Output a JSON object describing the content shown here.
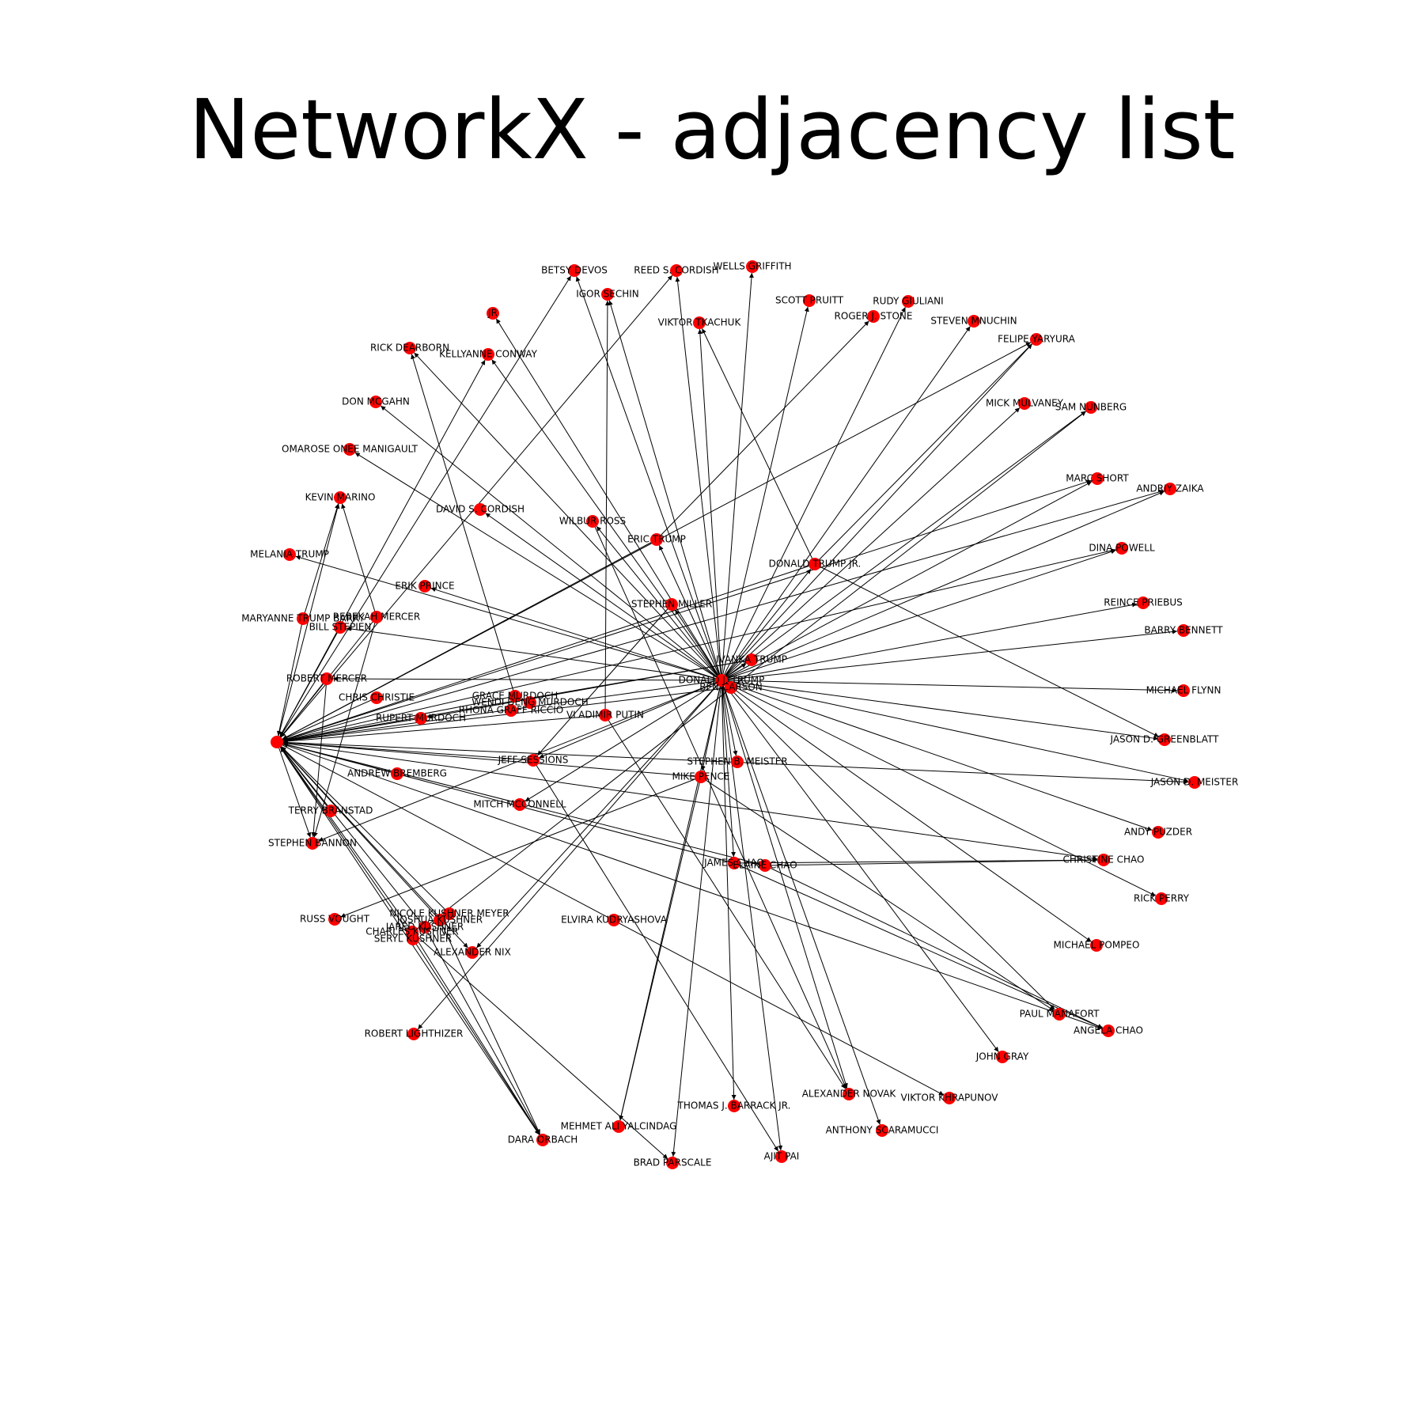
{
  "title": "NetworkX - adjacency list",
  "colors": {
    "node": "#ff0000",
    "edge": "#000000",
    "label": "#000000"
  },
  "chart_data": {
    "type": "network",
    "directed": true,
    "center_node": "DONALD J. TRUMP",
    "nodes": [
      "BETSY DEVOS",
      "REED S. CORDISH",
      "WELLS GRIFFITH",
      "IGOR SECHIN",
      "JR",
      "SCOTT PRUITT",
      "RUDY GIULIANI",
      "ROGER J. STONE",
      "VIKTOR TKACHUK",
      "STEVEN MNUCHIN",
      "RICK DEARBORN",
      "KELLYANNE CONWAY",
      "FELIPE YARYURA",
      "DON MCGAHN",
      "MICK MULVANEY",
      "SAM NUNBERG",
      "OMAROSE ONEE MANIGAULT",
      "MARC SHORT",
      "ANDRIY ZAIKA",
      "KEVIN MARINO",
      "DAVID S. CORDISH",
      "WILBUR ROSS",
      "DINA POWELL",
      "ERIC TRUMP",
      "MELANIA TRUMP",
      "DONALD TRUMP JR.",
      "ERIK PRINCE",
      "REINCE PRIEBUS",
      "STEPHEN MILLER",
      "REBEKAH MERCER",
      "MARYANNE TRUMP BARRY",
      "BILL STEPIEN",
      "BARRY BENNETT",
      "IVANKA TRUMP",
      "DONALD J. TRUMP",
      "BEN CARSON",
      "ROBERT MERCER",
      "MICHAEL FLYNN",
      "CHRIS CHRISTIE",
      "GRACE MURDOCH",
      "WENDI DENG MURDOCH",
      "RHONA GRAFF RICCIO",
      "RUPERT MURDOCH",
      "VLADIMIR PUTIN",
      "JASON D. GREENBLATT",
      "JEFF SESSIONS",
      "STEPHEN B. MEISTER",
      "ANDREW BREMBERG",
      "MIKE PENCE",
      "JASON D. MEISTER",
      "MITCH MCCONNELL",
      "TERRY BRANSTAD",
      "ANDY PUZDER",
      "STEPHEN BANNON",
      "JAMES CHAO",
      "ELAINE CHAO",
      "CHRISTINE CHAO",
      "RICK PERRY",
      "RUSS VOUGHT",
      "NICOLE KUSHNER MEYER",
      "JOSHUA KUSHNER",
      "JARED KUSHNER",
      "CHARLES KUSHNER",
      "SERYL KUSHNER",
      "ELVIRA KUDRYASHOVA",
      "ALEXANDER NIX",
      "MICHAEL POMPEO",
      "ROBERT LIGHTHIZER",
      "PAUL MANAFORT",
      "ANGELA CHAO",
      "JOHN GRAY",
      "ALEXANDER NOVAK",
      "VIKTOR KHRAPUNOV",
      "THOMAS J. BARRACK JR.",
      "MEHMET ALI YALCINDAG",
      "ANTHONY SCARAMUCCI",
      "DARA ORBACH",
      "AJIT PAI",
      "BRAD PARSCALE",
      ""
    ]
  }
}
